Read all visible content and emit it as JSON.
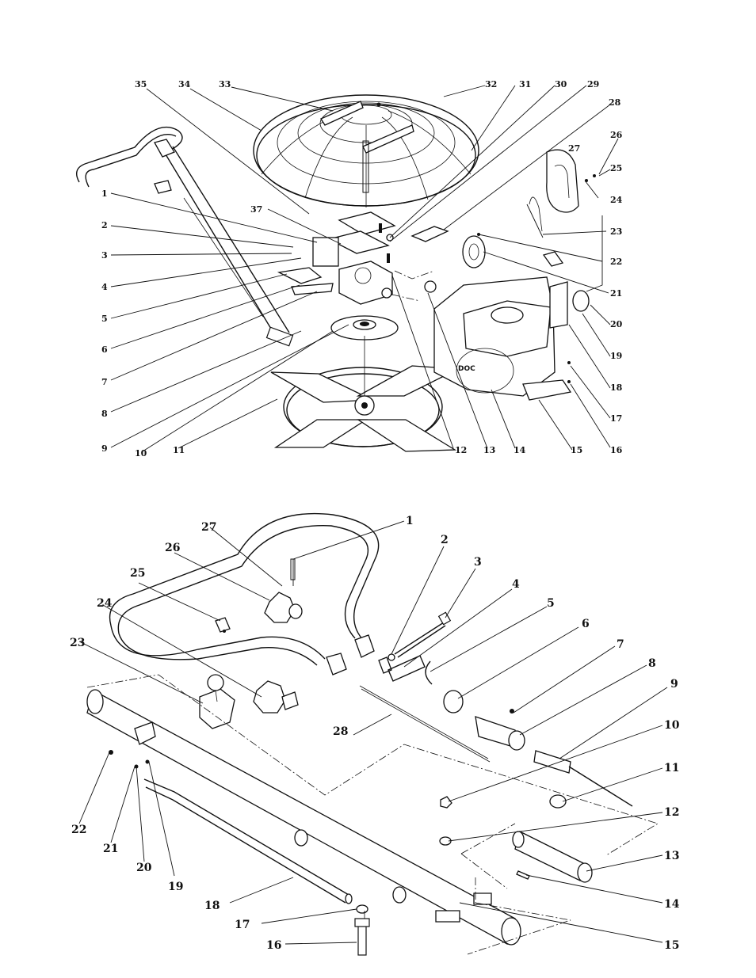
{
  "diagram_top": {
    "labels": [
      {
        "id": "t35",
        "text": "35"
      },
      {
        "id": "t34",
        "text": "34"
      },
      {
        "id": "t33",
        "text": "33"
      },
      {
        "id": "t32",
        "text": "32"
      },
      {
        "id": "t31",
        "text": "31"
      },
      {
        "id": "t30",
        "text": "30"
      },
      {
        "id": "t29",
        "text": "29"
      },
      {
        "id": "t28",
        "text": "28"
      },
      {
        "id": "t26",
        "text": "26"
      },
      {
        "id": "t25",
        "text": "25"
      },
      {
        "id": "t27",
        "text": "27"
      },
      {
        "id": "t24",
        "text": "24"
      },
      {
        "id": "t23",
        "text": "23"
      },
      {
        "id": "t22",
        "text": "22"
      },
      {
        "id": "t21",
        "text": "21"
      },
      {
        "id": "t20",
        "text": "20"
      },
      {
        "id": "t19",
        "text": "19"
      },
      {
        "id": "t18",
        "text": "18"
      },
      {
        "id": "t17",
        "text": "17"
      },
      {
        "id": "t16",
        "text": "16"
      },
      {
        "id": "t15",
        "text": "15"
      },
      {
        "id": "t14",
        "text": "14"
      },
      {
        "id": "t13",
        "text": "13"
      },
      {
        "id": "t12",
        "text": "12"
      },
      {
        "id": "t11",
        "text": "11"
      },
      {
        "id": "t10",
        "text": "10"
      },
      {
        "id": "t9",
        "text": "9"
      },
      {
        "id": "t8",
        "text": "8"
      },
      {
        "id": "t7",
        "text": "7"
      },
      {
        "id": "t6",
        "text": "6"
      },
      {
        "id": "t5",
        "text": "5"
      },
      {
        "id": "t4",
        "text": "4"
      },
      {
        "id": "t3",
        "text": "3"
      },
      {
        "id": "t2",
        "text": "2"
      },
      {
        "id": "t1",
        "text": "1"
      },
      {
        "id": "t37",
        "text": "37"
      }
    ]
  },
  "diagram_bottom": {
    "labels": [
      {
        "id": "b1",
        "text": "1"
      },
      {
        "id": "b2",
        "text": "2"
      },
      {
        "id": "b3",
        "text": "3"
      },
      {
        "id": "b4",
        "text": "4"
      },
      {
        "id": "b5",
        "text": "5"
      },
      {
        "id": "b6",
        "text": "6"
      },
      {
        "id": "b7",
        "text": "7"
      },
      {
        "id": "b8",
        "text": "8"
      },
      {
        "id": "b9",
        "text": "9"
      },
      {
        "id": "b10",
        "text": "10"
      },
      {
        "id": "b11",
        "text": "11"
      },
      {
        "id": "b12",
        "text": "12"
      },
      {
        "id": "b13",
        "text": "13"
      },
      {
        "id": "b14",
        "text": "14"
      },
      {
        "id": "b15",
        "text": "15"
      },
      {
        "id": "b16",
        "text": "16"
      },
      {
        "id": "b17",
        "text": "17"
      },
      {
        "id": "b18",
        "text": "18"
      },
      {
        "id": "b19",
        "text": "19"
      },
      {
        "id": "b20",
        "text": "20"
      },
      {
        "id": "b21",
        "text": "21"
      },
      {
        "id": "b22",
        "text": "22"
      },
      {
        "id": "b23",
        "text": "23"
      },
      {
        "id": "b24",
        "text": "24"
      },
      {
        "id": "b25",
        "text": "25"
      },
      {
        "id": "b26",
        "text": "26"
      },
      {
        "id": "b27",
        "text": "27"
      },
      {
        "id": "b28",
        "text": "28"
      }
    ]
  },
  "engine_brand": "DOC"
}
